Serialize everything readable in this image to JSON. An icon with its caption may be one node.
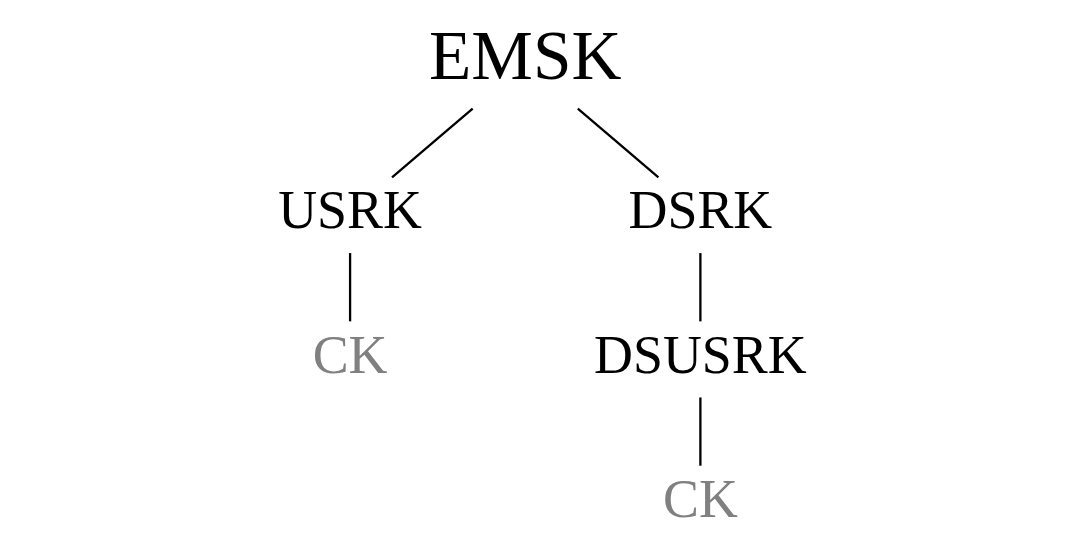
{
  "diagram": {
    "nodes": [
      {
        "text": [
          "EMSK"
        ]
      },
      {
        "text": [
          "USRK"
        ]
      },
      {
        "text": [
          "DSRK"
        ]
      },
      {
        "text": [
          "CK"
        ]
      },
      {
        "text": [
          "DSUSRK"
        ]
      },
      {
        "text": [
          "CK"
        ]
      }
    ],
    "edges": [
      {
        "from": 0,
        "to": 1,
        "arrow": "none"
      },
      {
        "from": 0,
        "to": 2,
        "arrow": "none"
      },
      {
        "from": 1,
        "to": 3,
        "arrow": "none"
      },
      {
        "from": 2,
        "to": 4,
        "arrow": "none"
      },
      {
        "from": 4,
        "to": 5,
        "arrow": "none"
      }
    ]
  }
}
